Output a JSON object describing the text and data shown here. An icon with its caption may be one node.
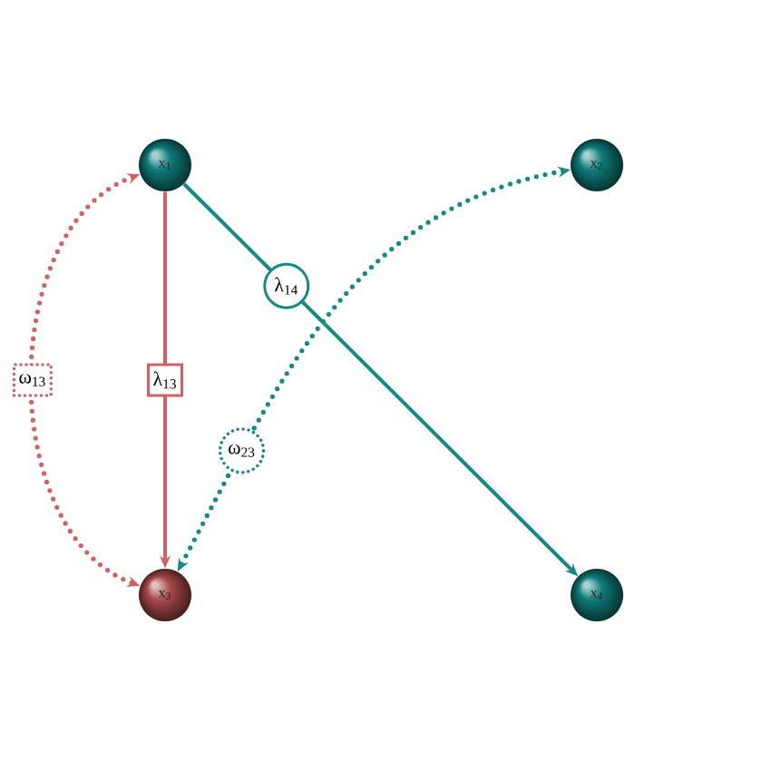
{
  "diagram": {
    "nodes": [
      {
        "text": [
          "x$_{1}$"
        ]
      },
      {
        "text": [
          "x$_{2}$"
        ]
      },
      {
        "text": [
          "x$_{3}$"
        ]
      },
      {
        "text": [
          "x$_{4}$"
        ]
      }
    ],
    "edges": [
      {
        "from": 0,
        "to": 2,
        "arrow": "to",
        "label": "λ$_{13}$",
        "color": "#d65f5f"
      },
      {
        "from": 0,
        "to": 3,
        "arrow": "to",
        "label": "λ$_{14}$",
        "color": "#138a8a"
      },
      {
        "from": 0,
        "to": 2,
        "arrow": "both",
        "label": "ω$_{13}$",
        "style": "dashed",
        "color": "#d65f5f"
      },
      {
        "from": 1,
        "to": 2,
        "arrow": "both",
        "label": "ω$_{23}$",
        "style": "dashed",
        "color": "#138a8a"
      }
    ]
  }
}
